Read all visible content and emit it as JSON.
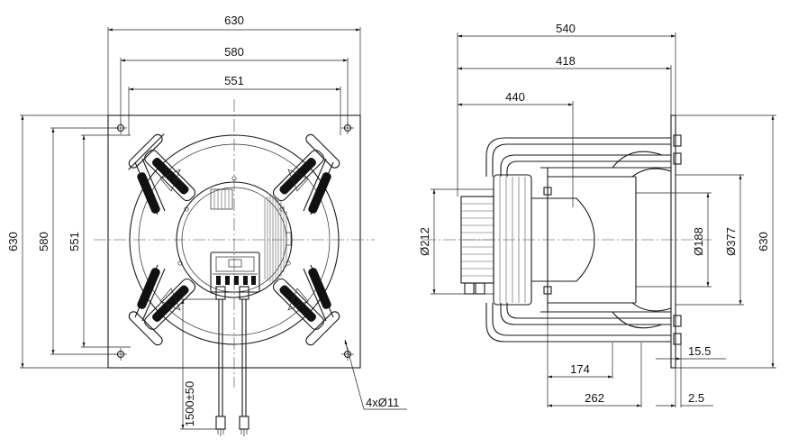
{
  "front_view": {
    "dim_top_outer": "630",
    "dim_top_middle": "580",
    "dim_top_inner": "551",
    "dim_left_outer": "630",
    "dim_left_middle": "580",
    "dim_left_inner": "551",
    "dim_cable": "1500±50",
    "dim_holes": "4xØ11"
  },
  "side_view": {
    "dim_overall": "540",
    "dim_418": "418",
    "dim_440": "440",
    "dim_212": "Ø212",
    "dim_188": "Ø188",
    "dim_377": "Ø377",
    "dim_630": "630",
    "dim_15_5": "15.5",
    "dim_174": "174",
    "dim_262": "262",
    "dim_2_5": "2.5"
  }
}
